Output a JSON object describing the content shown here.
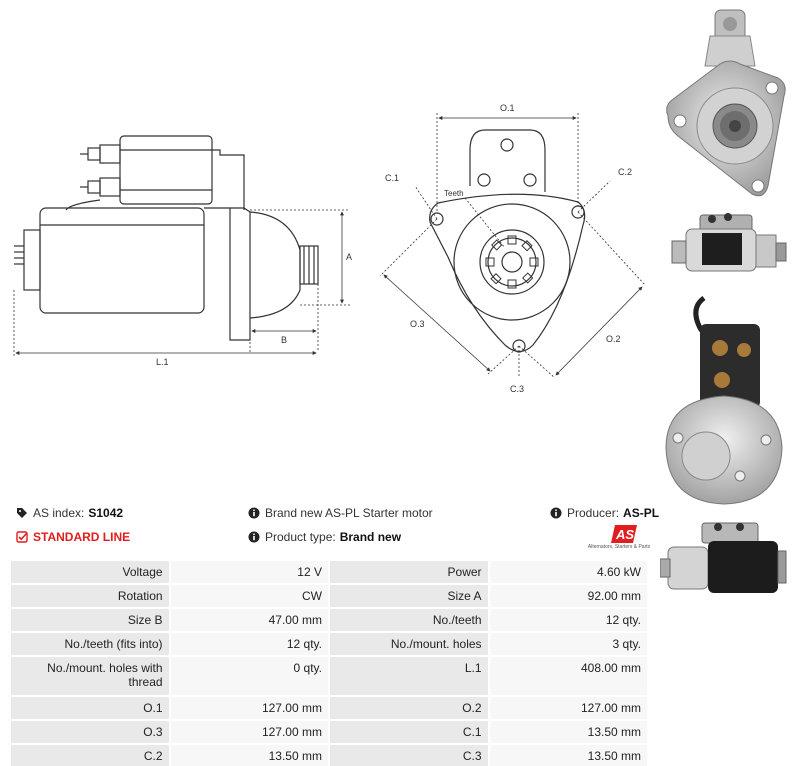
{
  "diagram": {
    "side": {
      "label_a": "A",
      "label_b": "B",
      "label_l1": "L.1"
    },
    "front": {
      "label_o1": "O.1",
      "label_o2": "O.2",
      "label_o3": "O.3",
      "label_c1": "C.1",
      "label_c2": "C.2",
      "label_c3": "C.3",
      "label_teeth": "Teeth"
    }
  },
  "info": {
    "index_label": "AS index:",
    "index_value": "S1042",
    "line_label": "STANDARD LINE",
    "desc_text": "Brand new AS-PL Starter motor",
    "type_label": "Product type:",
    "type_value": "Brand new",
    "producer_label": "Producer:",
    "producer_value": "AS-PL"
  },
  "logo": {
    "mark": "AS",
    "tagline": "Alternators, Starters & Parts"
  },
  "colors": {
    "accent": "#e21d1d",
    "label_bg": "#e9e9e9",
    "value_bg": "#f7f7f7"
  },
  "specs": [
    {
      "l1": "Voltage",
      "v1": "12 V",
      "l2": "Power",
      "v2": "4.60 kW"
    },
    {
      "l1": "Rotation",
      "v1": "CW",
      "l2": "Size A",
      "v2": "92.00 mm"
    },
    {
      "l1": "Size B",
      "v1": "47.00 mm",
      "l2": "No./teeth",
      "v2": "12 qty."
    },
    {
      "l1": "No./teeth (fits into)",
      "v1": "12 qty.",
      "l2": "No./mount. holes",
      "v2": "3 qty."
    },
    {
      "l1": "No./mount. holes with thread",
      "v1": "0 qty.",
      "l2": "L.1",
      "v2": "408.00 mm"
    },
    {
      "l1": "O.1",
      "v1": "127.00 mm",
      "l2": "O.2",
      "v2": "127.00 mm"
    },
    {
      "l1": "O.3",
      "v1": "127.00 mm",
      "l2": "C.1",
      "v2": "13.50 mm"
    },
    {
      "l1": "C.2",
      "v1": "13.50 mm",
      "l2": "C.3",
      "v2": "13.50 mm"
    }
  ]
}
